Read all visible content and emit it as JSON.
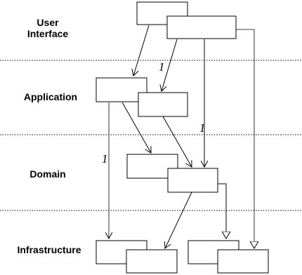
{
  "layers": [
    {
      "id": "user-interface",
      "label_line1": "User",
      "label_line2": "Interface"
    },
    {
      "id": "application",
      "label": "Application"
    },
    {
      "id": "domain",
      "label": "Domain"
    },
    {
      "id": "infrastructure",
      "label": "Infrastructure"
    }
  ],
  "annotations": {
    "multiplicity_mark": "1"
  },
  "colors": {
    "line": "#000000",
    "separator": "#555555",
    "box_fill": "#ffffff"
  }
}
